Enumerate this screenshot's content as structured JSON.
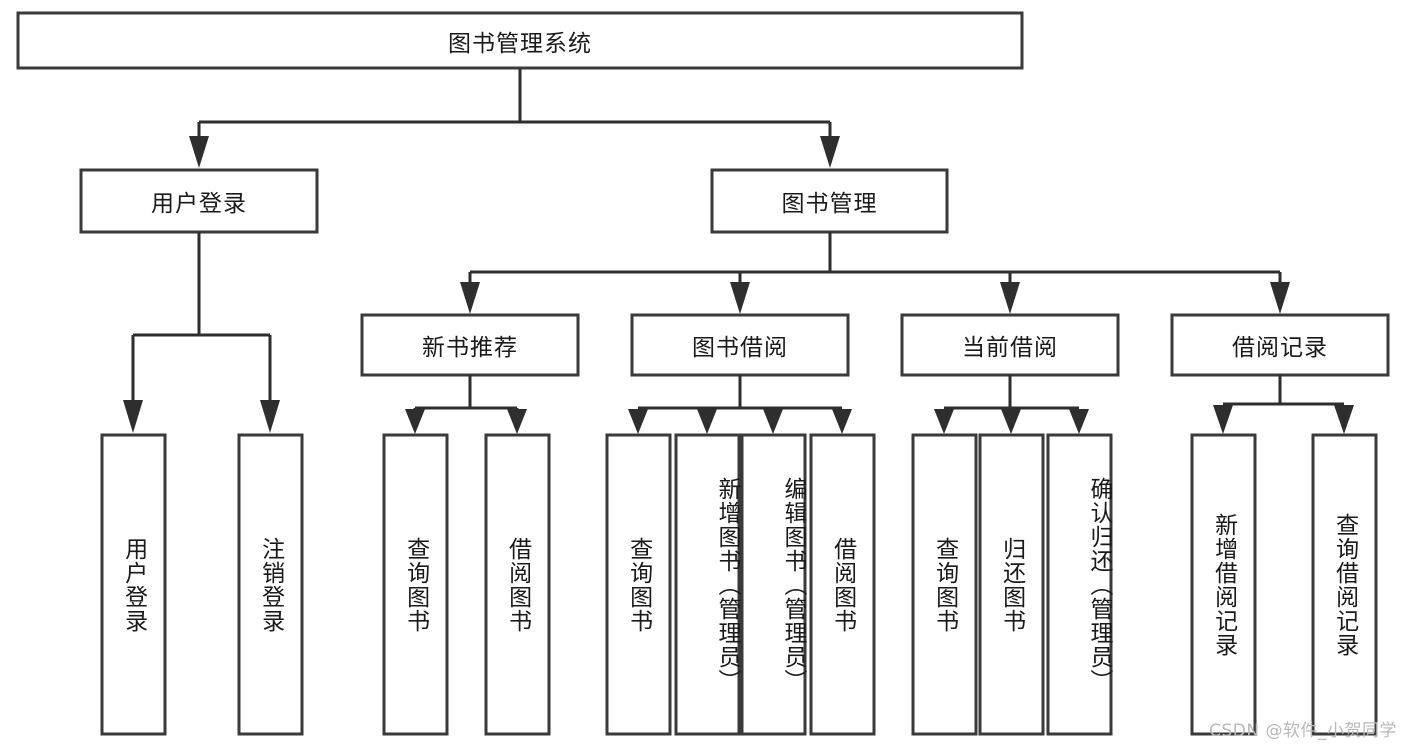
{
  "diagram": {
    "type": "tree-hierarchy",
    "title": "图书管理系统",
    "watermark": "CSDN @软件_小贺同学",
    "colors": {
      "box_fill": "#ffffff",
      "box_stroke": "#3a3a3a",
      "connector": "#2e2e2e",
      "text": "#1a1a1a",
      "watermark": "#b9b9b9",
      "background": "#ffffff"
    },
    "root": {
      "label": "图书管理系统"
    },
    "level2": [
      {
        "label": "用户登录"
      },
      {
        "label": "图书管理"
      }
    ],
    "level3": [
      {
        "label": "新书推荐"
      },
      {
        "label": "图书借阅"
      },
      {
        "label": "当前借阅"
      },
      {
        "label": "借阅记录"
      }
    ],
    "leaves": {
      "user_login": [
        {
          "label": "用户登录"
        },
        {
          "label": "注销登录"
        }
      ],
      "new_book_recommend": [
        {
          "label": "查询图书"
        },
        {
          "label": "借阅图书"
        }
      ],
      "book_borrow": [
        {
          "label": "查询图书"
        },
        {
          "label": "新增图书（管理员）"
        },
        {
          "label": "编辑图书（管理员）"
        },
        {
          "label": "借阅图书"
        }
      ],
      "current_borrow": [
        {
          "label": "查询图书"
        },
        {
          "label": "归还图书"
        },
        {
          "label": "确认归还（管理员）"
        }
      ],
      "borrow_record": [
        {
          "label": "新增借阅记录"
        },
        {
          "label": "查询借阅记录"
        }
      ]
    }
  }
}
